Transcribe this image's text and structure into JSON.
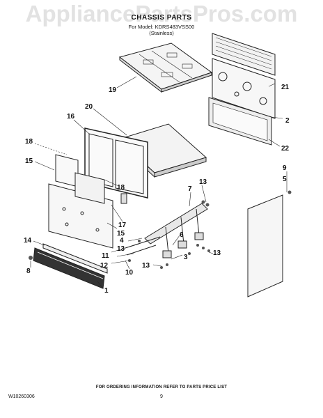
{
  "header": {
    "watermark": "AppliancePartsPros.com",
    "title": "CHASSIS PARTS",
    "model_line": "For Model: KDRS483VSS00",
    "finish_line": "(Stainless)"
  },
  "callouts": [
    "19",
    "21",
    "2",
    "20",
    "16",
    "22",
    "18",
    "15",
    "9",
    "5",
    "7",
    "13",
    "18",
    "17",
    "15",
    "4",
    "13",
    "6",
    "11",
    "12",
    "10",
    "3",
    "13",
    "13",
    "14",
    "8",
    "1"
  ],
  "footer": {
    "ordering_note": "FOR ORDERING INFORMATION REFER TO PARTS PRICE LIST",
    "doc_number": "W10260306",
    "page_number": "9"
  }
}
